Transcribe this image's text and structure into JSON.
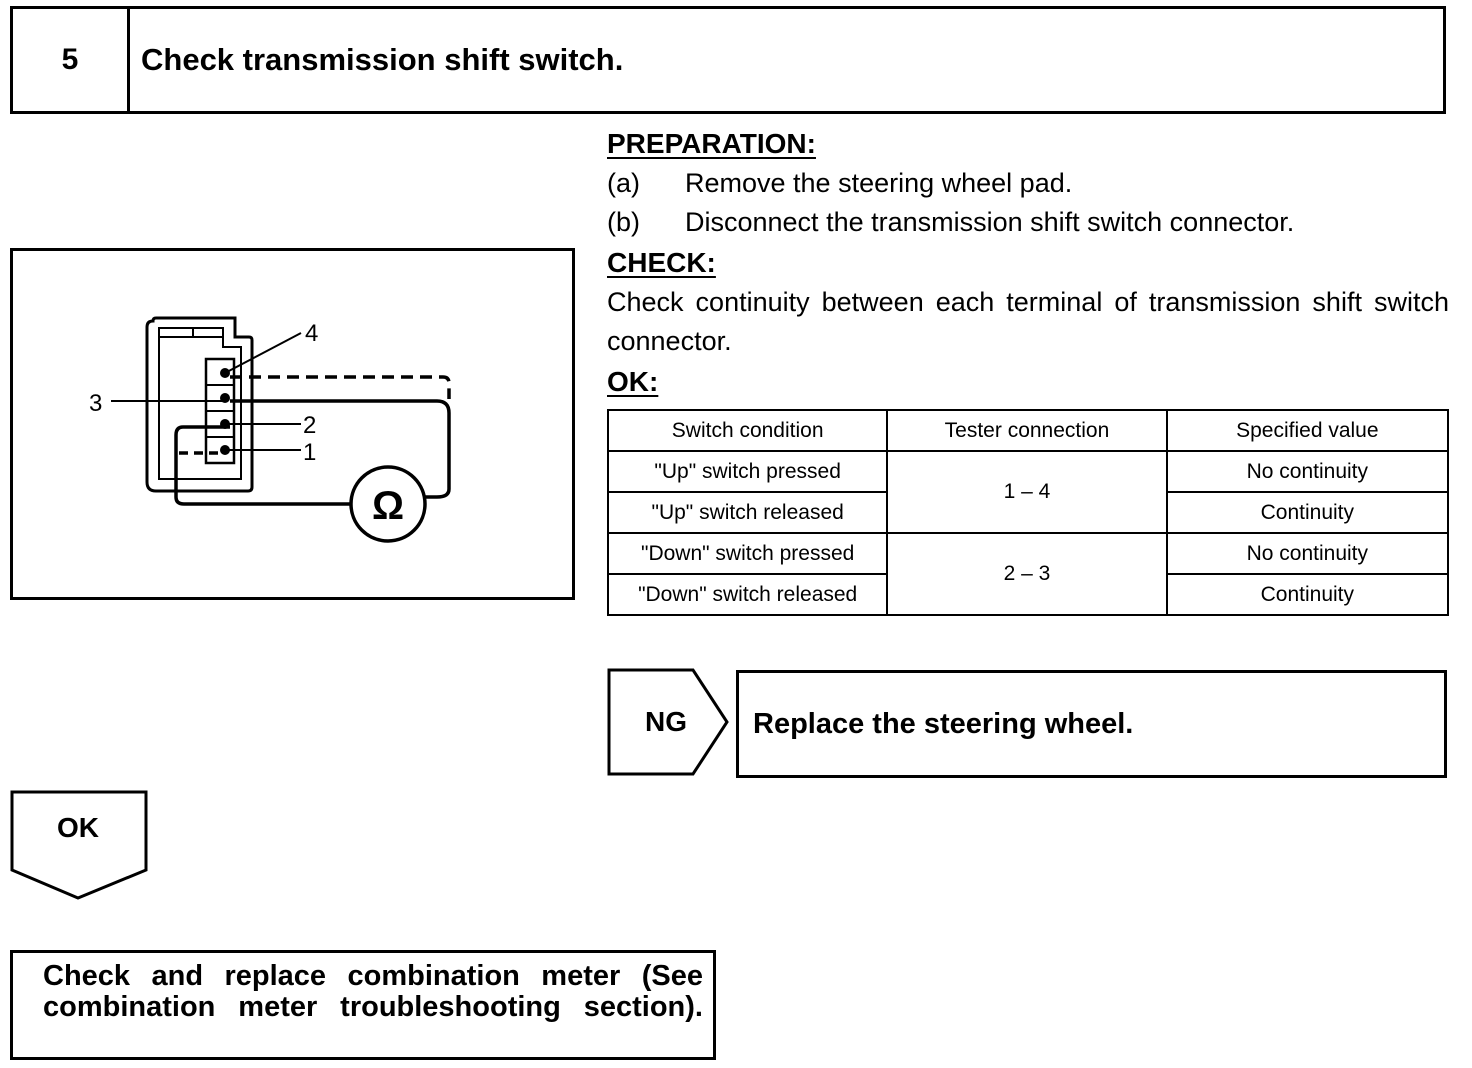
{
  "header": {
    "step_number": "5",
    "title": "Check transmission shift switch."
  },
  "preparation": {
    "heading": "PREPARATION:",
    "steps": [
      {
        "label": "(a)",
        "text": "Remove the steering wheel pad."
      },
      {
        "label": "(b)",
        "text": "Disconnect the transmission shift switch connector."
      }
    ]
  },
  "check": {
    "heading": "CHECK:",
    "text": "Check continuity between each terminal of transmission shift switch connector."
  },
  "ok_spec": {
    "heading": "OK:",
    "columns": [
      "Switch condition",
      "Tester connection",
      "Specified value"
    ],
    "rows": [
      {
        "condition": "\"Up\" switch pressed",
        "connection": "1 – 4",
        "value": "No continuity"
      },
      {
        "condition": "\"Up\" switch released",
        "connection": "1 – 4",
        "value": "Continuity"
      },
      {
        "condition": "\"Down\" switch pressed",
        "connection": "2 – 3",
        "value": "No continuity"
      },
      {
        "condition": "\"Down\" switch released",
        "connection": "2 – 3",
        "value": "Continuity"
      }
    ]
  },
  "diagram": {
    "terminal_labels": [
      "4",
      "3",
      "2",
      "1"
    ],
    "meter_symbol": "Ω"
  },
  "ng_branch": {
    "label": "NG",
    "action": "Replace the steering wheel."
  },
  "ok_branch": {
    "label": "OK",
    "action_line1": "Check and replace combination meter (See",
    "action_line2": "combination meter troubleshooting section)."
  }
}
